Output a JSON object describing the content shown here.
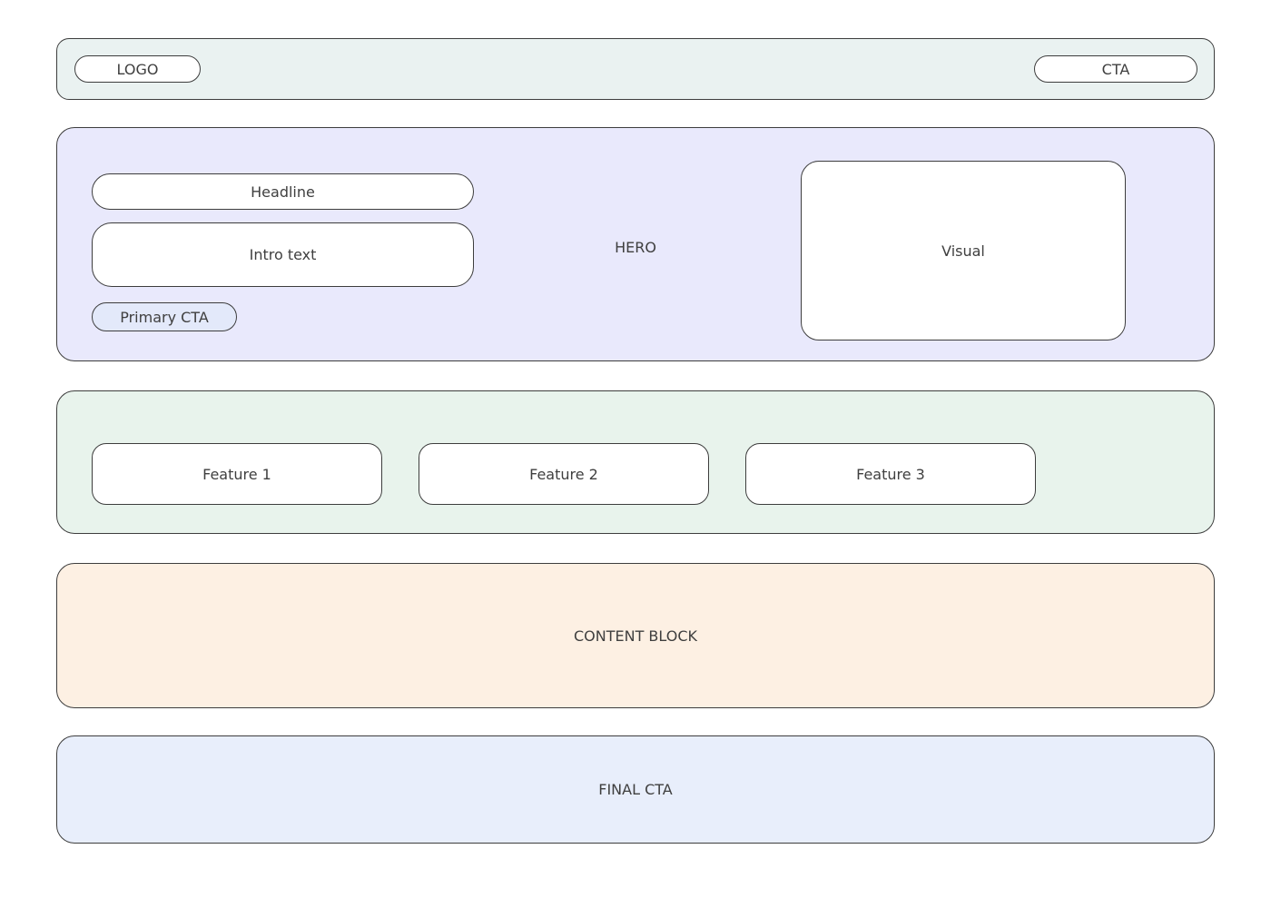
{
  "header": {
    "logo_label": "LOGO",
    "cta_label": "CTA"
  },
  "hero": {
    "label": "HERO",
    "headline_label": "Headline",
    "intro_label": "Intro text",
    "primary_cta_label": "Primary CTA",
    "visual_label": "Visual"
  },
  "features": {
    "items": [
      {
        "label": "Feature 1"
      },
      {
        "label": "Feature 2"
      },
      {
        "label": "Feature 3"
      }
    ]
  },
  "content_block": {
    "label": "CONTENT BLOCK"
  },
  "final_cta": {
    "label": "FINAL CTA"
  },
  "colors": {
    "header_bg": "#eaf2f1",
    "hero_bg": "#e9e9fc",
    "features_bg": "#e8f3ec",
    "content_bg": "#fdf0e3",
    "final_bg": "#e8eefb",
    "primary_cta_bg": "#e3e9fa",
    "border": "#3d3d3d",
    "text": "#3f3f3f"
  }
}
